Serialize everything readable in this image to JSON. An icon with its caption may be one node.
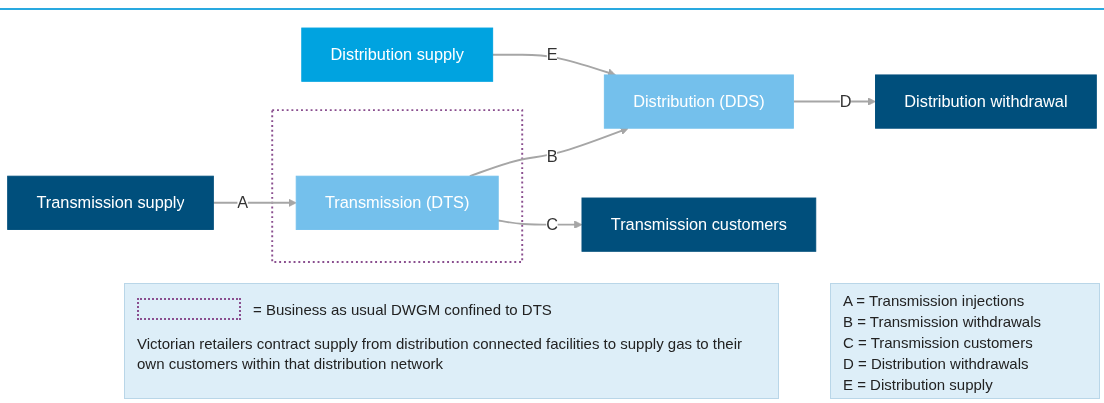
{
  "diagram": {
    "nodes": [
      {
        "text": [
          "Transmission supply"
        ]
      },
      {
        "text": [],
        "shape": "box"
      },
      {
        "text": [
          "Transmission (DTS)"
        ],
        "in": 1
      },
      {
        "text": [
          "Distribution (DDS)"
        ]
      },
      {
        "text": [
          "Distribution withdrawal"
        ]
      },
      {
        "text": [
          "Transmission customers"
        ]
      },
      {
        "text": [
          "Distribution supply"
        ]
      }
    ],
    "edges": [
      {
        "from": 0,
        "to": 2,
        "arrow": "to",
        "label": "A"
      },
      {
        "from": 2,
        "to": 3,
        "arrow": "to",
        "label": "B"
      },
      {
        "from": 3,
        "to": 4,
        "arrow": "to",
        "label": "D"
      },
      {
        "from": 2,
        "to": 5,
        "arrow": "to",
        "label": "C"
      },
      {
        "from": 6,
        "to": 3,
        "arrow": "to",
        "label": "E"
      }
    ],
    "labels": [
      "Victorian retailers contract supply from distribution connected facilities to supply gas to their own customers within that distribution network",
      "A = Transmission injections",
      "B = Transmission withdrawals",
      "C = Transmission customers",
      "D = Distribution withdrawals",
      "E = Distribution supply"
    ],
    "legend": [
      {
        "text": "= Business as usual DWGM confined to DTS"
      }
    ]
  }
}
